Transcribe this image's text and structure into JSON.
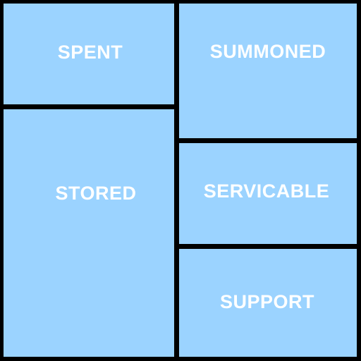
{
  "zones": {
    "spent": {
      "label": "SPENT"
    },
    "summoned": {
      "label": "SUMMONED"
    },
    "stored": {
      "label": "STORED"
    },
    "servicable": {
      "label": "SERVICABLE"
    },
    "support": {
      "label": "SUPPORT"
    }
  },
  "colors": {
    "zone_fill": "#9BD3FF",
    "divider": "#000000",
    "label_text": "#FFFFFF"
  }
}
